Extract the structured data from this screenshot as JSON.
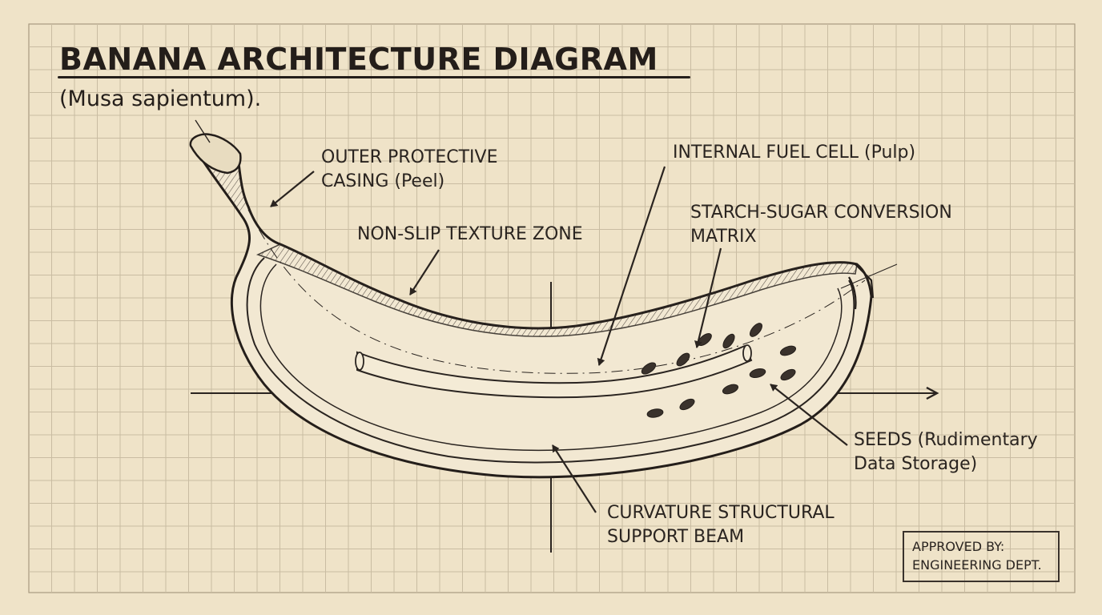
{
  "title": "BANANA ARCHITECTURE DIAGRAM",
  "subtitle": "(Musa sapientum).",
  "labels": {
    "peel_line1": "OUTER PROTECTIVE",
    "peel_line2": "CASING (Peel)",
    "texture": "NON-SLIP TEXTURE ZONE",
    "pulp": "INTERNAL FUEL CELL (Pulp)",
    "starch_line1": "STARCH-SUGAR CONVERSION",
    "starch_line2": "MATRIX",
    "seeds_line1": "SEEDS (Rudimentary",
    "seeds_line2": "Data Storage)",
    "curve_line1": "CURVATURE STRUCTURAL",
    "curve_line2": "SUPPORT BEAM"
  },
  "stamp": {
    "line1": "APPROVED BY:",
    "line2": "ENGINEERING DEPT."
  },
  "colors": {
    "paper": "#efe3c8",
    "grid": "#c9bca2",
    "ink": "#2a2420"
  }
}
